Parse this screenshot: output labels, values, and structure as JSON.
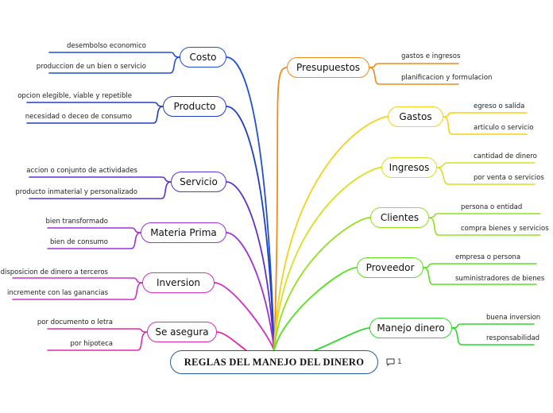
{
  "root": {
    "label": "REGLAS DEL MANEJO DEL DINERO",
    "comment_count": "1"
  },
  "colors": {
    "costo": "#1f4fd6",
    "producto": "#1f3fc4",
    "servicio": "#5a30d0",
    "materia": "#a030d8",
    "inversion": "#d030c8",
    "seasegura": "#e02aa8",
    "presupuestos": "#f08a1a",
    "gastos": "#f2d21a",
    "ingresos": "#d8e020",
    "clientes": "#92e01e",
    "proveedor": "#58e01e",
    "manejo": "#2ed62a"
  },
  "branches": {
    "costo": {
      "label": "Costo",
      "leaves": [
        "desembolso economico",
        "produccion de un bien o servicio"
      ]
    },
    "producto": {
      "label": "Producto",
      "leaves": [
        "opcion elegible, viable y repetible",
        "necesidad o deceo de consumo"
      ]
    },
    "servicio": {
      "label": "Servicio",
      "leaves": [
        "accion o conjunto de actividades",
        "producto inmaterial y personalizado"
      ]
    },
    "materia": {
      "label": "Materia Prima",
      "leaves": [
        "bien transformado",
        "bien de consumo"
      ]
    },
    "inversion": {
      "label": "Inversion",
      "leaves": [
        "disposicion de dinero a terceros",
        "incremente con las ganancias"
      ]
    },
    "seasegura": {
      "label": "Se asegura",
      "leaves": [
        "por documento o letra",
        "por hipoteca"
      ]
    },
    "presupuestos": {
      "label": "Presupuestos",
      "leaves": [
        "gastos e ingresos",
        "planificacion y formulacion"
      ]
    },
    "gastos": {
      "label": "Gastos",
      "leaves": [
        "egreso o salida",
        "articulo o servicio"
      ]
    },
    "ingresos": {
      "label": "Ingresos",
      "leaves": [
        "cantidad de dinero",
        "por venta o servicios"
      ]
    },
    "clientes": {
      "label": "Clientes",
      "leaves": [
        "persona o entidad",
        "compra  bienes y servicios"
      ]
    },
    "proveedor": {
      "label": "Proveedor",
      "leaves": [
        "empresa o persona",
        "suministradores de bienes"
      ]
    },
    "manejo": {
      "label": "Manejo dinero",
      "leaves": [
        "buena inversion",
        "responsabilidad"
      ]
    }
  }
}
